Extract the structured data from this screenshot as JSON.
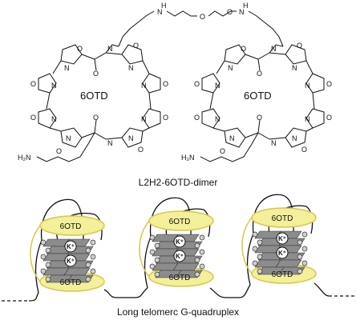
{
  "molecule": {
    "ring_label": "6OTD",
    "amine_label": "H₂N",
    "atoms": {
      "N": "N",
      "O": "O",
      "NH": "N",
      "H": "H"
    },
    "caption": "L2H2-6OTD-dimer"
  },
  "quadruplex": {
    "ligand_label": "6OTD",
    "ion_label": "K⁺",
    "caption": "Long telomerc G-quadruplex"
  },
  "colors": {
    "line": "#111111",
    "ligand_fill": "#f3ef9a",
    "ligand_stroke": "#d8c84a",
    "tetrad_fill": "#8c8c8c",
    "node_fill": "#cfcfcf"
  }
}
